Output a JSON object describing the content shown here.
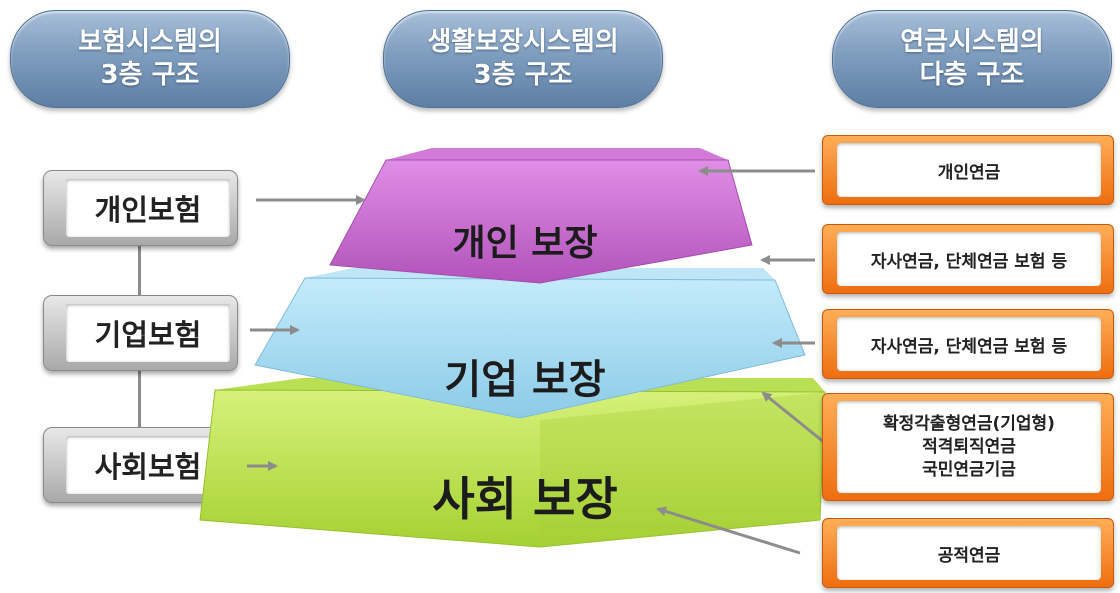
{
  "headers": {
    "left": {
      "line1": "보험시스템의",
      "line2": "3층 구조"
    },
    "center": {
      "line1": "생활보장시스템의",
      "line2": "3층 구조"
    },
    "right": {
      "line1": "연금시스템의",
      "line2": "다층 구조"
    }
  },
  "insurance_boxes": {
    "personal": "개인보험",
    "corporate": "기업보험",
    "social": "사회보험"
  },
  "pyramid": {
    "top": "개인 보장",
    "middle": "기업 보장",
    "bottom": "사회 보장"
  },
  "pension_boxes": {
    "personal": "개인연금",
    "company_1": "자사연금, 단체연금 보험 등",
    "company_2": "자사연금, 단체연금 보험 등",
    "national_1": "확정각출형연금(기업형)",
    "national_2": "적격퇴직연금",
    "national_3": "국민연금기금",
    "public": "공적연금"
  },
  "colors": {
    "header_blue": "#7f9dbe",
    "tier_top": "#cc6fd3",
    "tier_middle": "#a9dcf2",
    "tier_bottom": "#c2e85a",
    "pension_orange": "#f28a2a",
    "arrow_gray": "#8c8c8c"
  }
}
